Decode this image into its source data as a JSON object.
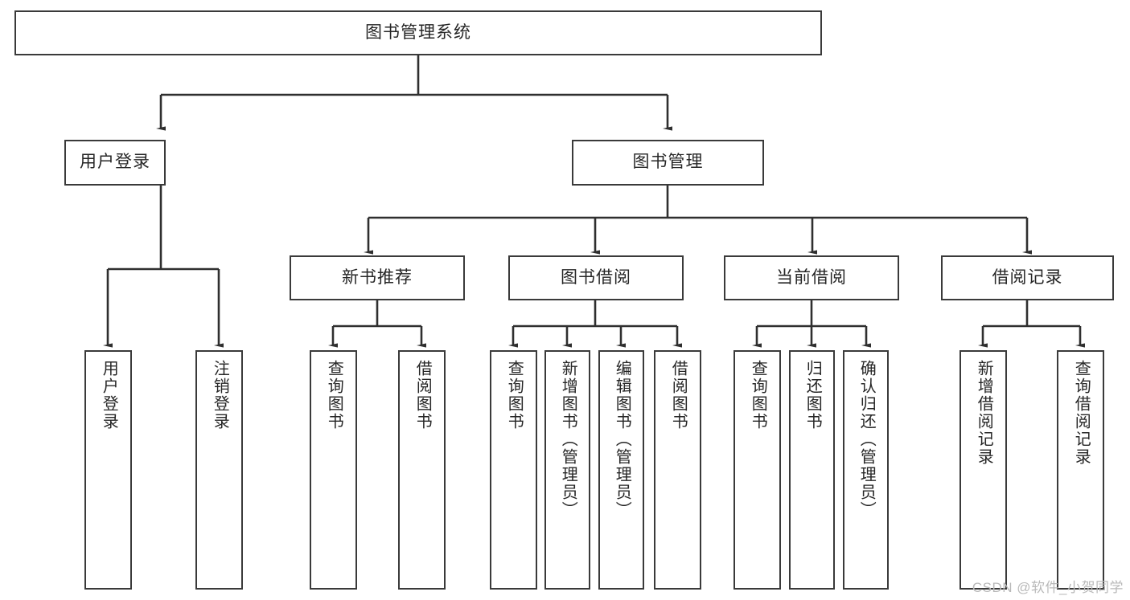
{
  "diagram": {
    "type": "tree",
    "title": "图书管理系统",
    "orientation": "top-down",
    "line_color": "#3a3a3a",
    "box_fill": "#ffffff",
    "text_color": "#262626",
    "root": {
      "id": "root",
      "label": "图书管理系统"
    },
    "level2": [
      {
        "id": "user-login",
        "label": "用户登录"
      },
      {
        "id": "book-manage",
        "label": "图书管理"
      }
    ],
    "level3": [
      {
        "id": "new-book-recommend",
        "label": "新书推荐",
        "parent": "book-manage"
      },
      {
        "id": "book-borrow",
        "label": "图书借阅",
        "parent": "book-manage"
      },
      {
        "id": "current-borrow",
        "label": "当前借阅",
        "parent": "book-manage"
      },
      {
        "id": "borrow-record",
        "label": "借阅记录",
        "parent": "book-manage"
      }
    ],
    "leaves": [
      {
        "id": "leaf-user-login",
        "label": "用户登录",
        "parent": "user-login"
      },
      {
        "id": "leaf-logout-login",
        "label": "注销登录",
        "parent": "user-login"
      },
      {
        "id": "leaf-query-book-1",
        "label": "查询图书",
        "parent": "new-book-recommend"
      },
      {
        "id": "leaf-borrow-book-1",
        "label": "借阅图书",
        "parent": "new-book-recommend"
      },
      {
        "id": "leaf-query-book-2",
        "label": "查询图书",
        "parent": "book-borrow"
      },
      {
        "id": "leaf-add-book",
        "label": "新增图书（管理员）",
        "parent": "book-borrow"
      },
      {
        "id": "leaf-edit-book",
        "label": "编辑图书（管理员）",
        "parent": "book-borrow"
      },
      {
        "id": "leaf-borrow-book-2",
        "label": "借阅图书",
        "parent": "book-borrow"
      },
      {
        "id": "leaf-query-book-3",
        "label": "查询图书",
        "parent": "current-borrow"
      },
      {
        "id": "leaf-return-book",
        "label": "归还图书",
        "parent": "current-borrow"
      },
      {
        "id": "leaf-confirm-return",
        "label": "确认归还（管理员）",
        "parent": "current-borrow"
      },
      {
        "id": "leaf-add-record",
        "label": "新增借阅记录",
        "parent": "borrow-record"
      },
      {
        "id": "leaf-query-record",
        "label": "查询借阅记录",
        "parent": "borrow-record"
      }
    ]
  },
  "watermark": {
    "text": "CSDN @软件_小贺同学"
  }
}
